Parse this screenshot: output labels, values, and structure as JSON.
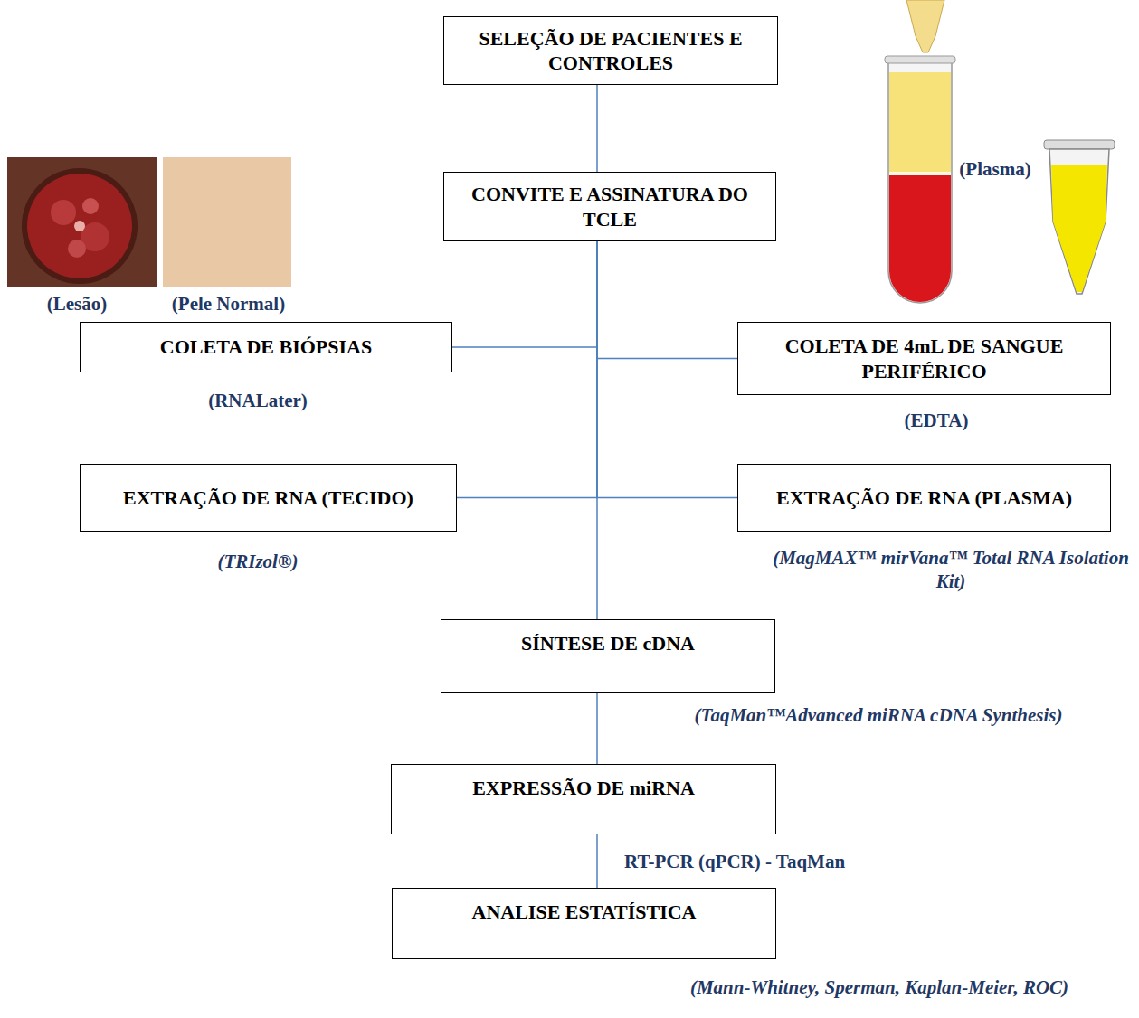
{
  "diagram": {
    "nodes": [
      {
        "text": [
          "SELEÇÃO DE PACIENTES E CONTROLES"
        ]
      },
      {
        "text": [
          "CONVITE E ASSINATURA DO TCLE"
        ]
      },
      {
        "text": [
          "COLETA DE BIÓPSIAS"
        ]
      },
      {
        "text": [
          "COLETA DE 4mL DE SANGUE PERIFÉRICO"
        ]
      },
      {
        "text": [
          "EXTRAÇÃO DE RNA (TECIDO)"
        ]
      },
      {
        "text": [
          "EXTRAÇÃO DE RNA (PLASMA)"
        ]
      },
      {
        "text": [
          "SÍNTESE DE cDNA"
        ]
      },
      {
        "text": [
          "EXPRESSÃO DE miRNA"
        ]
      },
      {
        "text": [
          "ANALISE ESTATÍSTICA"
        ]
      }
    ],
    "edges": [
      {
        "from": 0,
        "to": 1,
        "arrow": "none"
      },
      {
        "from": 1,
        "to": 2,
        "arrow": "none"
      },
      {
        "from": 1,
        "to": 3,
        "arrow": "none"
      },
      {
        "from": 1,
        "to": 4,
        "arrow": "none"
      },
      {
        "from": 1,
        "to": 5,
        "arrow": "none"
      },
      {
        "from": 1,
        "to": 6,
        "arrow": "none"
      },
      {
        "from": 6,
        "to": 7,
        "arrow": "none"
      },
      {
        "from": 7,
        "to": 8,
        "arrow": "none"
      }
    ],
    "labels": [
      "(Lesão)",
      "(Pele Normal)",
      "(Plasma)",
      "(RNALater)",
      "(EDTA)",
      "(TRIzol®)",
      "(MagMAX™ mirVana™ Total RNA Isolation Kit)",
      "(TaqMan™Advanced miRNA cDNA Synthesis)",
      "RT-PCR (qPCR) - TaqMan",
      "(Mann-Whitney, Sperman, Kaplan-Meier, ROC)"
    ]
  }
}
